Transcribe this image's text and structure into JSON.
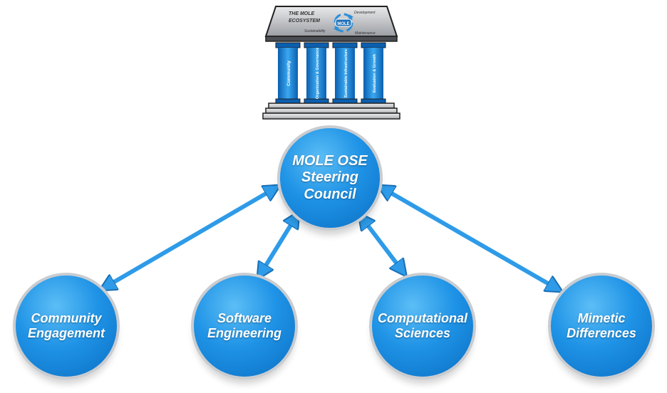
{
  "temple": {
    "title_line1": "THE MOLE",
    "title_line2": "ECOSYSTEM",
    "logo": "MOLE",
    "roof_labels": [
      "Development",
      "Sustainability",
      "Maintenance"
    ],
    "pillars": [
      "Community",
      "Organization & Governance",
      "Sustainable Infrastructure",
      "Evaluation & Growth"
    ]
  },
  "center_node": {
    "label": "MOLE OSE\nSteering\nCouncil"
  },
  "leaf_nodes": [
    {
      "label": "Community\nEngagement"
    },
    {
      "label": "Software\nEngineering"
    },
    {
      "label": "Computational\nSciences"
    },
    {
      "label": "Mimetic\nDifferences"
    }
  ],
  "colors": {
    "node_fill": "#1f93e6",
    "node_border": "#c9ccd0",
    "arrow": "#2e9be8",
    "arrow_outline": "#1a6fb5",
    "pillar": "#1e8ee0"
  },
  "icons": {
    "cycle_arrows": "circular-arrows-icon"
  }
}
